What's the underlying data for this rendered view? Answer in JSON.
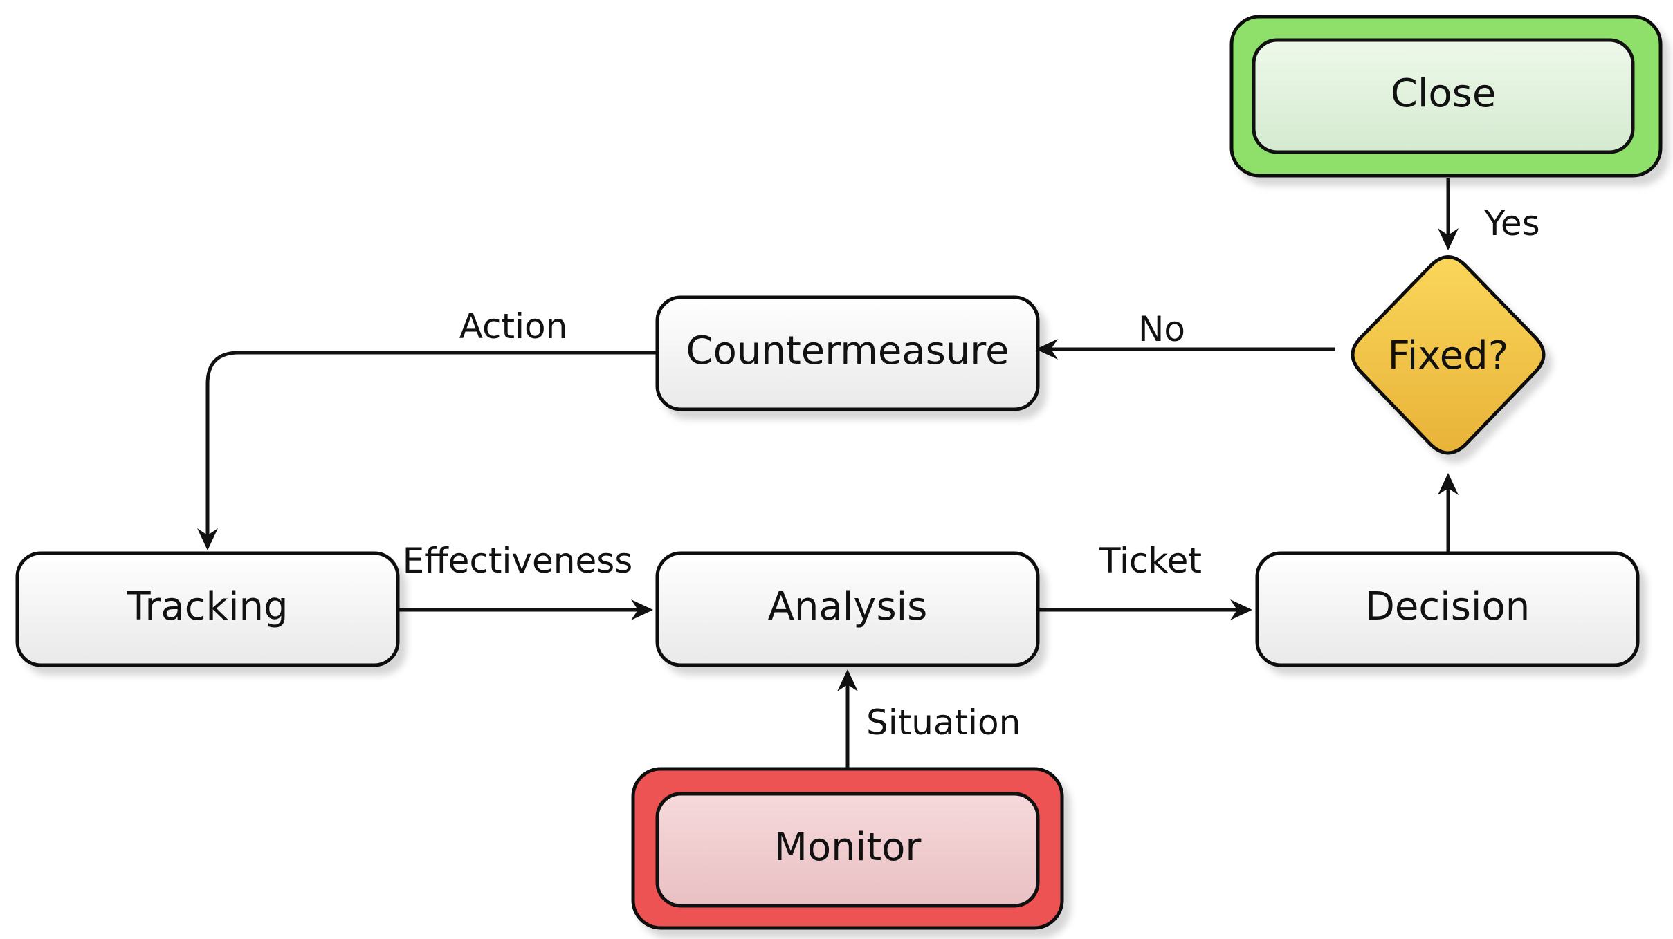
{
  "nodes": {
    "close": {
      "label": "Close",
      "accent": "#8ee06a"
    },
    "fixed": {
      "label": "Fixed?",
      "accent": "#f2c23c"
    },
    "countermeasure": {
      "label": "Countermeasure"
    },
    "tracking": {
      "label": "Tracking"
    },
    "analysis": {
      "label": "Analysis"
    },
    "decision": {
      "label": "Decision"
    },
    "monitor": {
      "label": "Monitor",
      "accent": "#ee5353"
    }
  },
  "edges": {
    "yes": "Yes",
    "no": "No",
    "action": "Action",
    "effectiveness": "Effectiveness",
    "ticket": "Ticket",
    "situation": "Situation"
  }
}
